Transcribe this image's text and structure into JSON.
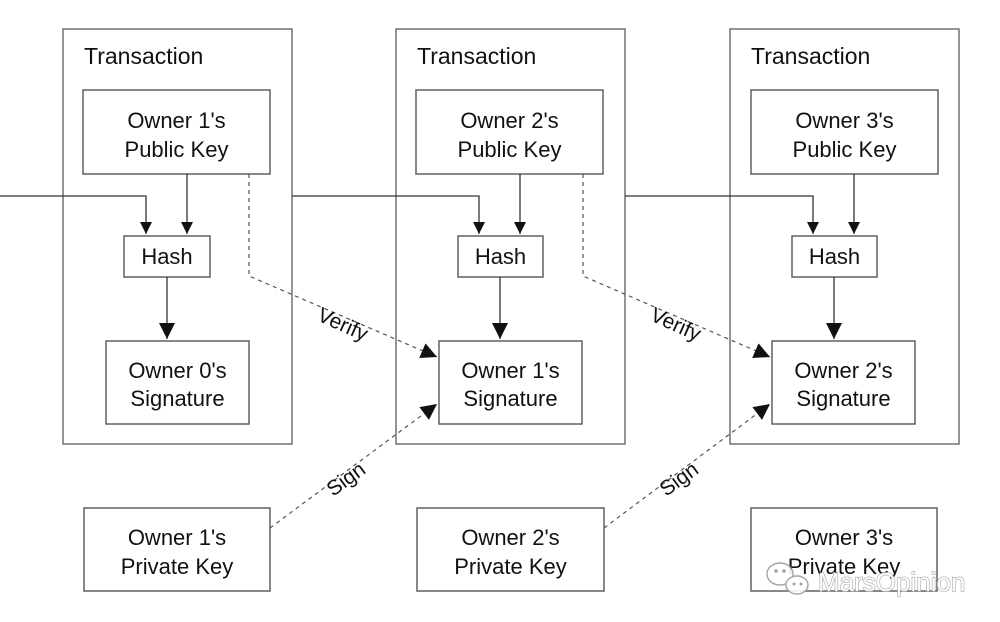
{
  "transactions": [
    {
      "title": "Transaction",
      "public_key": [
        "Owner 1's",
        "Public Key"
      ],
      "hash": "Hash",
      "signature": [
        "Owner 0's",
        "Signature"
      ]
    },
    {
      "title": "Transaction",
      "public_key": [
        "Owner 2's",
        "Public Key"
      ],
      "hash": "Hash",
      "signature": [
        "Owner 1's",
        "Signature"
      ]
    },
    {
      "title": "Transaction",
      "public_key": [
        "Owner 3's",
        "Public Key"
      ],
      "hash": "Hash",
      "signature": [
        "Owner 2's",
        "Signature"
      ]
    }
  ],
  "private_keys": [
    [
      "Owner 1's",
      "Private Key"
    ],
    [
      "Owner 2's",
      "Private Key"
    ],
    [
      "Owner 3's",
      "Private Key"
    ]
  ],
  "edge_labels": {
    "verify": "Verify",
    "sign": "Sign"
  },
  "watermark": {
    "text": "MarsOpinion",
    "icon": "wechat-icon"
  }
}
